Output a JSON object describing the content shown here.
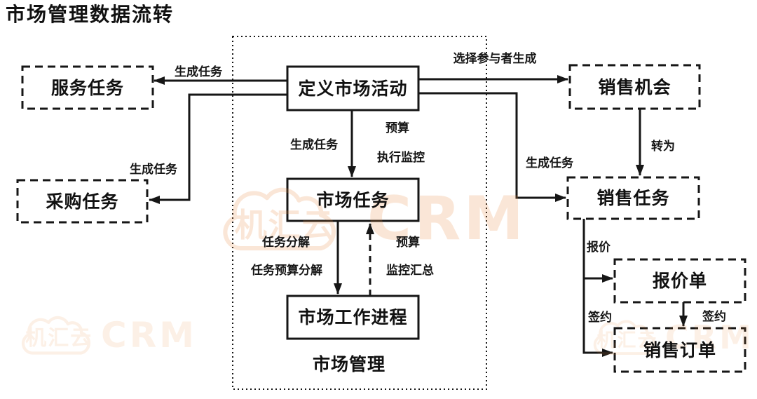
{
  "title": "市场管理数据流转",
  "diagram": {
    "container_label": "市场管理",
    "nodes": {
      "define_activity": {
        "label": "定义市场活动",
        "style": "solid"
      },
      "service_task": {
        "label": "服务任务",
        "style": "dashed"
      },
      "purchase_task": {
        "label": "采购任务",
        "style": "dashed"
      },
      "market_task": {
        "label": "市场任务",
        "style": "solid"
      },
      "market_progress": {
        "label": "市场工作进程",
        "style": "solid"
      },
      "sales_opportunity": {
        "label": "销售机会",
        "style": "dashed"
      },
      "sales_task": {
        "label": "销售任务",
        "style": "dashed"
      },
      "quotation": {
        "label": "报价单",
        "style": "dashed"
      },
      "sales_order": {
        "label": "销售订单",
        "style": "dashed"
      }
    },
    "edges": [
      {
        "from": "define_activity",
        "to": "service_task",
        "labels": [
          "生成任务"
        ],
        "style": "solid"
      },
      {
        "from": "define_activity",
        "to": "purchase_task",
        "labels": [
          "生成任务"
        ],
        "style": "solid"
      },
      {
        "from": "define_activity",
        "to": "sales_opportunity",
        "labels": [
          "选择参与者生成"
        ],
        "style": "solid"
      },
      {
        "from": "define_activity",
        "to": "sales_task",
        "labels": [
          "生成任务"
        ],
        "style": "solid"
      },
      {
        "from": "define_activity",
        "to": "market_task",
        "labels": [
          "生成任务",
          "预算",
          "执行监控"
        ],
        "style": "solid"
      },
      {
        "from": "sales_opportunity",
        "to": "sales_task",
        "labels": [
          "转为"
        ],
        "style": "solid"
      },
      {
        "from": "market_task",
        "to": "market_progress",
        "labels": [
          "任务分解",
          "任务预算分解"
        ],
        "style": "solid"
      },
      {
        "from": "market_progress",
        "to": "market_task",
        "labels": [
          "预算",
          "监控汇总"
        ],
        "style": "dashed"
      },
      {
        "from": "sales_task",
        "to": "quotation",
        "labels": [
          "报价"
        ],
        "style": "solid"
      },
      {
        "from": "sales_task",
        "to": "sales_order",
        "labels": [
          "签约"
        ],
        "style": "solid"
      },
      {
        "from": "quotation",
        "to": "sales_order",
        "labels": [
          "签约"
        ],
        "style": "solid"
      }
    ]
  },
  "watermark": {
    "brand": "机汇云",
    "product": "CRM",
    "color": "#e8883c"
  }
}
